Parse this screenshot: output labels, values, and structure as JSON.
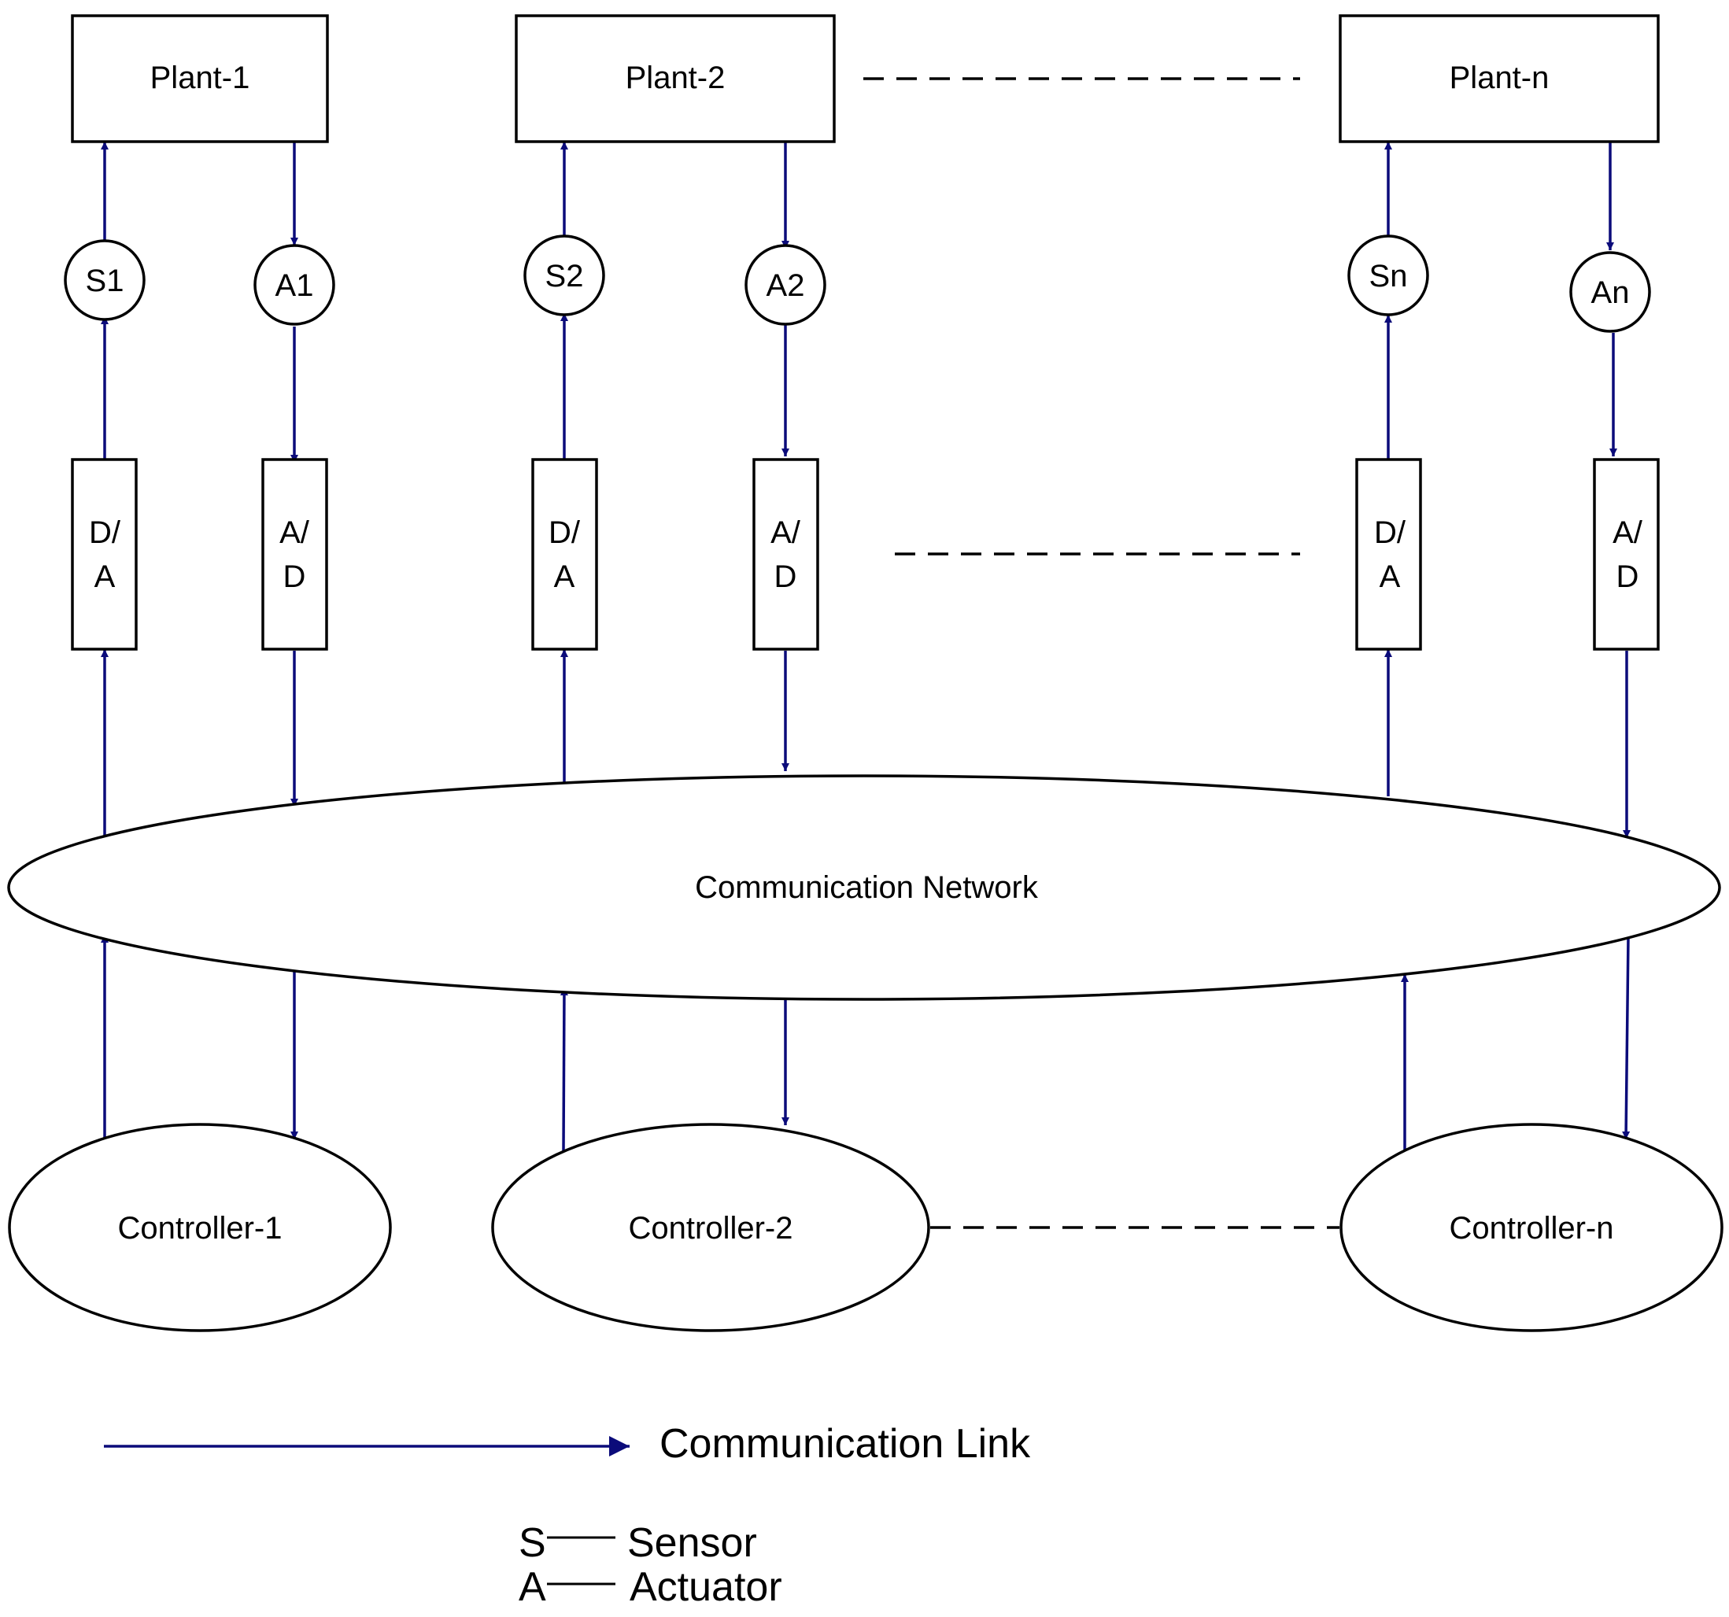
{
  "plants": [
    {
      "label": "Plant-1"
    },
    {
      "label": "Plant-2"
    },
    {
      "label": "Plant-n"
    }
  ],
  "sensors": [
    "S1",
    "S2",
    "Sn"
  ],
  "actuators": [
    "A1",
    "A2",
    "An"
  ],
  "converters": {
    "da_line1": "D/",
    "da_line2": "A",
    "ad_line1": "A/",
    "ad_line2": "D"
  },
  "network": {
    "label": "Communication Network"
  },
  "controllers": [
    {
      "label": "Controller-1"
    },
    {
      "label": "Controller-2"
    },
    {
      "label": "Controller-n"
    }
  ],
  "legend": {
    "link_label": "Communication Link",
    "sensor_symbol": "S",
    "sensor_label": "Sensor",
    "actuator_symbol": "A",
    "actuator_label": "Actuator"
  },
  "colors": {
    "link": "#0b0b7a",
    "outline": "#000000"
  }
}
